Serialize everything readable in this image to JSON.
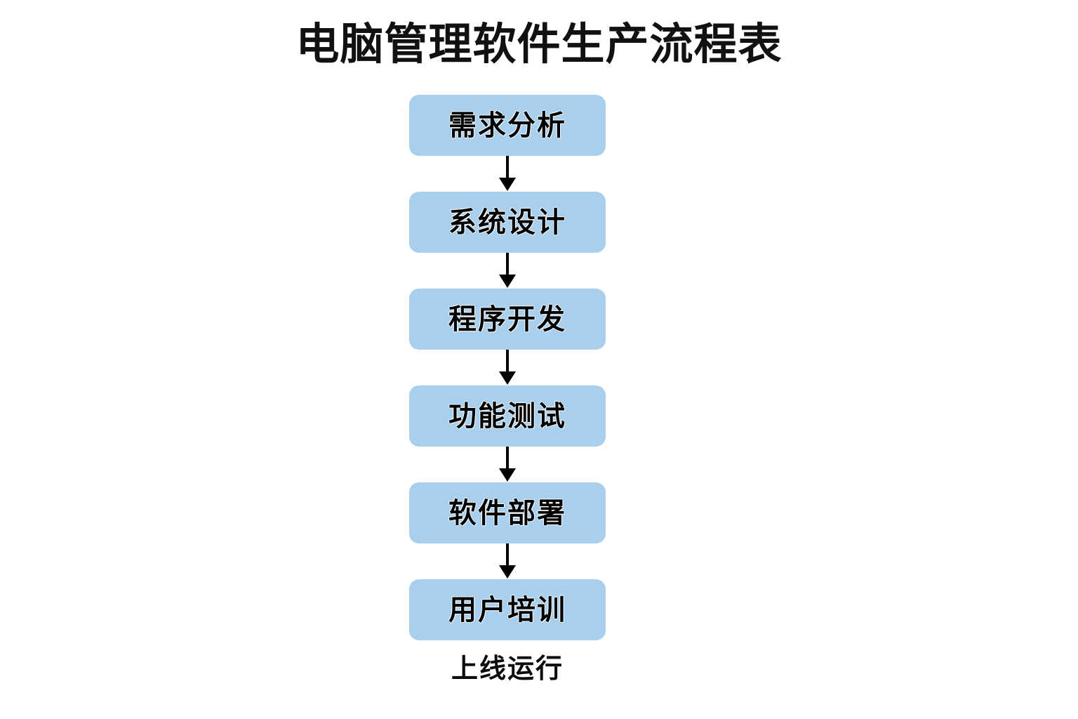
{
  "diagram": {
    "title": "电脑管理软件生产流程表",
    "type": "vertical-flowchart",
    "background_color": "#ffffff",
    "node_fill_color": "#a8d0ee",
    "node_text_color": "#000000",
    "connector_color": "#000000",
    "nodes": [
      {
        "id": "step-1",
        "label": "需求分析"
      },
      {
        "id": "step-2",
        "label": "系统设计"
      },
      {
        "id": "step-3",
        "label": "程序开发"
      },
      {
        "id": "step-4",
        "label": "功能测试"
      },
      {
        "id": "step-5",
        "label": "软件部署"
      },
      {
        "id": "step-6",
        "label": "用户培训"
      }
    ],
    "connectors": [
      {
        "from": "step-1",
        "to": "step-2",
        "icon": "down-arrow-icon"
      },
      {
        "from": "step-2",
        "to": "step-3",
        "icon": "down-arrow-icon"
      },
      {
        "from": "step-3",
        "to": "step-4",
        "icon": "down-arrow-icon"
      },
      {
        "from": "step-4",
        "to": "step-5",
        "icon": "down-arrow-icon"
      },
      {
        "from": "step-5",
        "to": "step-6",
        "icon": "down-arrow-icon"
      }
    ],
    "tail_label": "上线运行"
  }
}
